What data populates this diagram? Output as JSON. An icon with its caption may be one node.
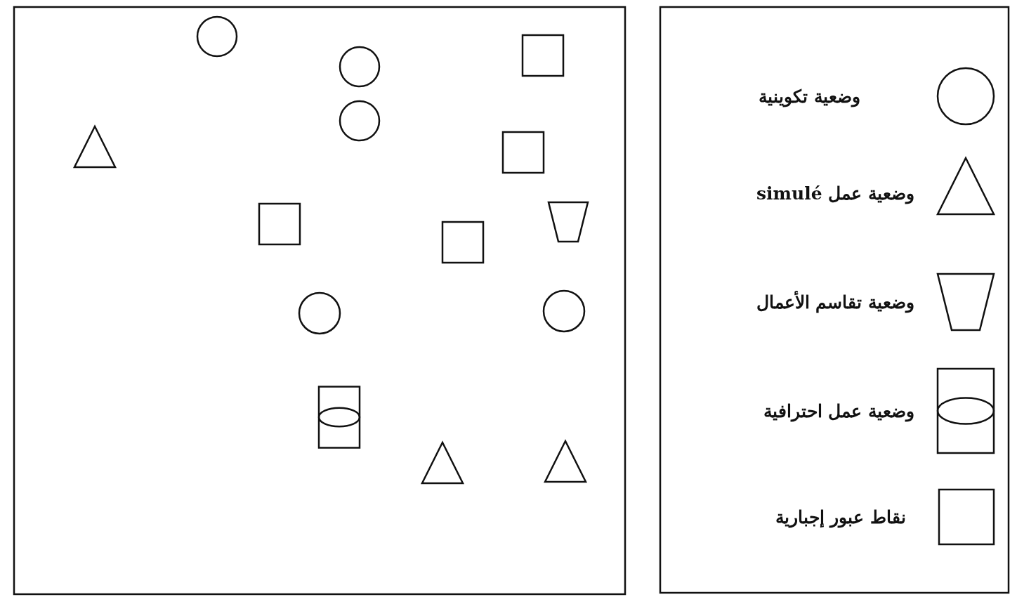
{
  "diagram": {
    "legend": [
      {
        "text": "وضعية تكوينية"
      },
      {
        "text": "وضعية عمل simulé"
      },
      {
        "text": "وضعية تقاسم الأعمال"
      },
      {
        "text": "وضعية عمل احترافية"
      },
      {
        "text": "نقاط عبور إجبارية"
      }
    ]
  }
}
